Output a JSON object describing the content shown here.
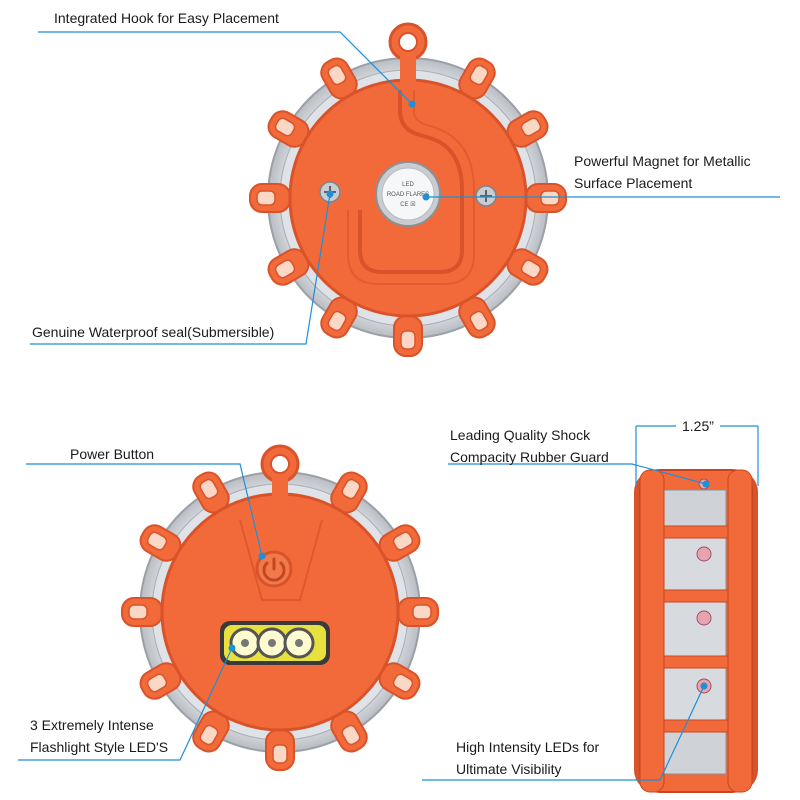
{
  "callouts": {
    "hook": "Integrated Hook for Easy Placement",
    "magnet": [
      "Powerful Magnet for  Metallic",
      "Surface Placement"
    ],
    "seal": "Genuine Waterproof seal(Submersible)",
    "power": "Power Button",
    "flashlight": [
      "3 Extremely Intense",
      "Flashlight Style LED'S"
    ],
    "shock": [
      "Leading Quality Shock",
      "Compacity Rubber Guard"
    ],
    "width": "1.25”",
    "leds": [
      "High Intensity LEDs for",
      "Ultimate Visibility"
    ]
  },
  "magnet_label": {
    "line1": "LED",
    "line2": "ROAD FLARES",
    "line3": "CE ☒"
  },
  "colors": {
    "flare_orange": "#f26a3a",
    "flare_orange_dark": "#d9532a",
    "callout_line": "#1f8fd6",
    "callout_dot": "#1f8fd6",
    "text": "#1a1a1a",
    "led_lens": "#f4f4ec"
  }
}
